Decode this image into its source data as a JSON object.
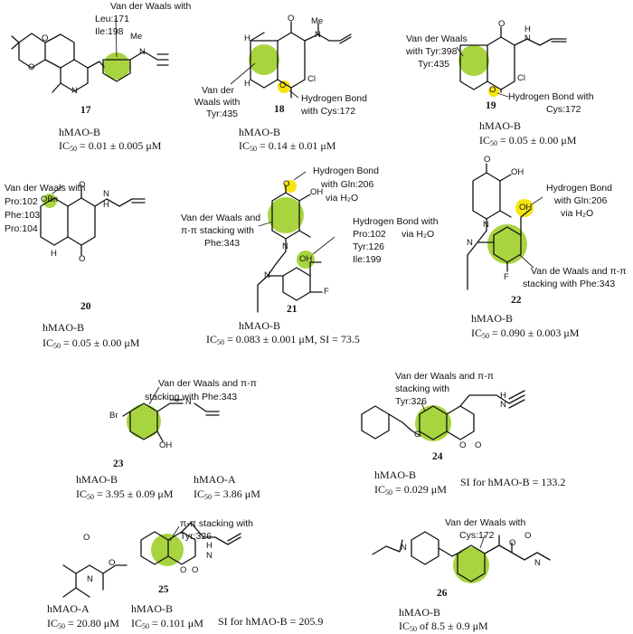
{
  "colors": {
    "interaction_highlight": "#9fcf2a",
    "hbond_highlight": "#f5e400"
  },
  "compounds": {
    "c17": {
      "number": "17",
      "enzyme": "hMAO-B",
      "ic50_value": "= 0.01 ± 0.005 μM",
      "note": [
        "Van der Waals with",
        "Leu:171",
        "Ile:198"
      ]
    },
    "c18": {
      "number": "18",
      "enzyme": "hMAO-B",
      "ic50_value": "= 0.14 ± 0.01  μM",
      "note_vdw": [
        "Van der",
        "Waals with",
        "Tyr:435"
      ],
      "note_hb": [
        "Hydrogen Bond",
        "with Cys:172"
      ]
    },
    "c19": {
      "number": "19",
      "enzyme": "hMAO-B",
      "ic50_value": "= 0.05 ± 0.00 μM",
      "note_vdw": [
        "Van der Waals",
        "with Tyr:398",
        "Tyr:435"
      ],
      "note_hb": [
        "Hydrogen Bond with",
        "Cys:172"
      ]
    },
    "c20": {
      "number": "20",
      "enzyme": "hMAO-B",
      "ic50_value": "= 0.05 ± 0.00 μM",
      "note": [
        "Van der Waals with",
        "Pro:102",
        "Phe:103",
        "Pro:104"
      ]
    },
    "c21": {
      "number": "21",
      "enzyme": "hMAO-B",
      "ic50_value": "= 0.083 ± 0.001 μM, SI = 73.5",
      "note_hb1": [
        "Hydrogen Bond",
        "with Gln:206",
        "via H₂O"
      ],
      "note_vdw": [
        "Van der Waals and",
        "π-π stacking with",
        "Phe:343"
      ],
      "note_hb2": [
        "Hydrogen Bond with",
        "Pro:102",
        "via H₂O",
        "Tyr:126",
        "Ile:199"
      ]
    },
    "c22": {
      "number": "22",
      "enzyme": "hMAO-B",
      "ic50_value": "= 0.090 ± 0.003 μM",
      "note_hb": [
        "Hydrogen Bond",
        "with  Gln:206",
        "via H₂O"
      ],
      "note_vdw": [
        "Van de Waals and π-π",
        "stacking with Phe:343"
      ]
    },
    "c23": {
      "number": "23",
      "enzyme_b": "hMAO-B",
      "ic50_b": "= 3.95 ± 0.09 μM",
      "enzyme_a": "hMAO-A",
      "ic50_a": "= 3.86 μM",
      "note": [
        "Van der Waals and π-π",
        "stacking with Phe:343"
      ]
    },
    "c24": {
      "number": "24",
      "enzyme": "hMAO-B",
      "ic50_value": "= 0.029 μM",
      "si": "SI for hMAO-B = 133.2",
      "note": [
        "Van der Waals and π-π",
        "stacking  with",
        "Tyr:326"
      ]
    },
    "c25": {
      "number": "25",
      "enzyme_a": "hMAO-A",
      "ic50_a": "= 20.80 μM",
      "enzyme_b": "hMAO-B",
      "ic50_b": "= 0.101 μM",
      "si": "SI for hMAO-B = 205.9",
      "note": [
        "π-π stacking with",
        "Tyr:326"
      ]
    },
    "c26": {
      "number": "26",
      "enzyme": "hMAO-B",
      "ic50_value": "of 8.5 ± 0.9 μM",
      "note": [
        "Van der Waals with",
        "Cys:172"
      ]
    }
  },
  "common": {
    "ic50": "IC",
    "ic50_sub": "50"
  },
  "atoms": {
    "N": "N",
    "O": "O",
    "H": "H",
    "Cl": "Cl",
    "OH": "OH",
    "F": "F",
    "Br": "Br",
    "OBn": "OBn",
    "Me": "Me"
  }
}
